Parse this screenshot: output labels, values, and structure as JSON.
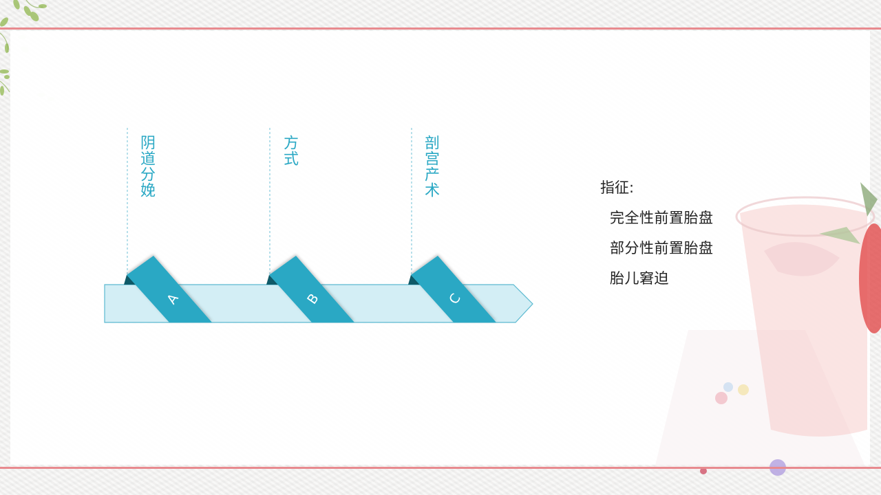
{
  "slide": {
    "colors": {
      "accent": "#2AA8C4",
      "accent_dark": "#0F5A68",
      "band_fill": "#D3EEF5",
      "band_stroke": "#5BB9D0",
      "rule": "#E88A8F",
      "text": "#222222"
    },
    "steps": [
      {
        "label": "阴道分娩",
        "letter": "A"
      },
      {
        "label": "方式",
        "letter": "B"
      },
      {
        "label": "剖宫产术",
        "letter": "C"
      }
    ],
    "indications": {
      "title": "指征:",
      "items": [
        "完全性前置胎盘",
        "部分性前置胎盘",
        "胎儿窘迫"
      ]
    },
    "decorations": [
      "leaf-branch",
      "drink-illustration"
    ]
  }
}
